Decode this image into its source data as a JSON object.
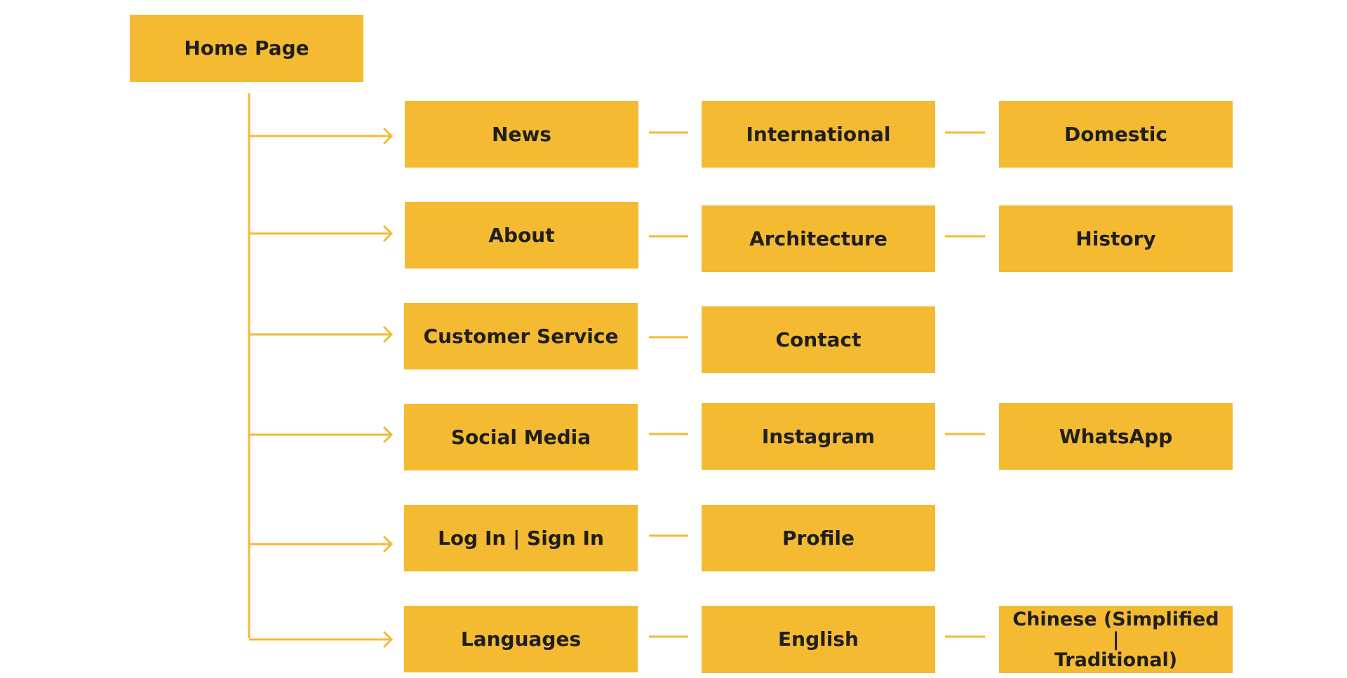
{
  "diagram": {
    "colors": {
      "box_fill": "#F4BA32",
      "connector": "#F4BA32",
      "text": "#1f1f1f",
      "background": "#ffffff"
    },
    "root": "Home Page",
    "rows": [
      {
        "section": "News",
        "level2": "International",
        "level3": "Domestic"
      },
      {
        "section": "About",
        "level2": "Architecture",
        "level3": "History"
      },
      {
        "section": "Customer Service",
        "level2": "Contact",
        "level3": null
      },
      {
        "section": "Social Media",
        "level2": "Instagram",
        "level3": "WhatsApp"
      },
      {
        "section": "Log In |  Sign In",
        "level2": "Profile",
        "level3": null
      },
      {
        "section": "Languages",
        "level2": "English",
        "level3": "Chinese (Simplified |\nTraditional)"
      }
    ]
  }
}
